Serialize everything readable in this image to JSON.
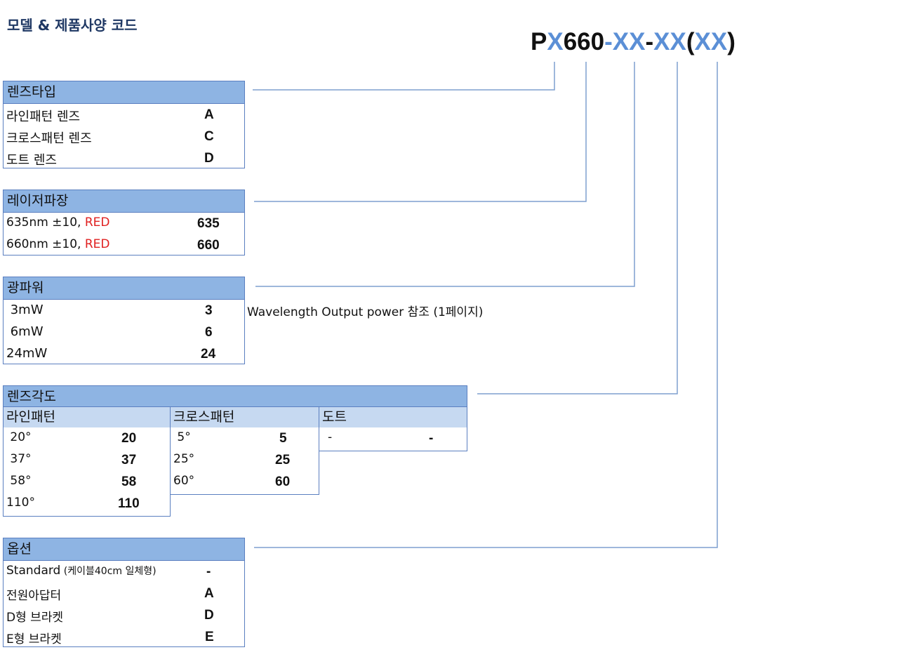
{
  "page": {
    "title": "모델 & 제품사양 코드"
  },
  "model_code": {
    "p": "P",
    "x1": "X",
    "fixed": "660",
    "d1": "-",
    "x2": "XX",
    "d2": "-",
    "x3": "XX",
    "open": "(",
    "x4": "XX",
    "close": ")"
  },
  "lens_type": {
    "header": "렌즈타입",
    "rows": [
      {
        "label": "라인패턴 렌즈",
        "code": "A"
      },
      {
        "label": "크로스패턴 렌즈",
        "code": "C"
      },
      {
        "label": "도트 렌즈",
        "code": "D"
      }
    ]
  },
  "wavelength": {
    "header": "레이저파장",
    "rows": [
      {
        "label": "635nm ±10, ",
        "color": "RED",
        "code": "635"
      },
      {
        "label": "660nm ±10, ",
        "color": "RED",
        "code": "660"
      }
    ]
  },
  "power": {
    "header": "광파워",
    "rows": [
      {
        "label": " 3mW",
        "code": "3"
      },
      {
        "label": " 6mW",
        "code": "6"
      },
      {
        "label": "24mW",
        "code": "24"
      }
    ],
    "note": "Wavelength Output power 참조 (1페이지)"
  },
  "lens_angle": {
    "header": "렌즈각도",
    "line": {
      "header": "라인패턴",
      "rows": [
        {
          "label": " 20°",
          "code": "20"
        },
        {
          "label": " 37°",
          "code": "37"
        },
        {
          "label": " 58°",
          "code": "58"
        },
        {
          "label": "110°",
          "code": "110"
        }
      ]
    },
    "cross": {
      "header": "크로스패턴",
      "rows": [
        {
          "label": " 5°",
          "code": "5"
        },
        {
          "label": "25°",
          "code": "25"
        },
        {
          "label": "60°",
          "code": "60"
        }
      ]
    },
    "dot": {
      "header": "도트",
      "rows": [
        {
          "label": "-",
          "code": "-"
        }
      ]
    }
  },
  "options": {
    "header": "옵션",
    "rows": [
      {
        "label": "Standard",
        "small": " (케이블40cm 일체형)",
        "code": "-"
      },
      {
        "label": "전원아답터",
        "small": "",
        "code": "A"
      },
      {
        "label": "D형 브라켓",
        "small": "",
        "code": "D"
      },
      {
        "label": "E형 브라켓",
        "small": "",
        "code": "E"
      }
    ]
  },
  "colors": {
    "header_bg": "#8eb4e3",
    "subheader_bg": "#c6d9f1",
    "border": "#5b7fc0",
    "code_variable": "#5b8fd6",
    "red_text": "#e02020",
    "title": "#1f3864"
  }
}
